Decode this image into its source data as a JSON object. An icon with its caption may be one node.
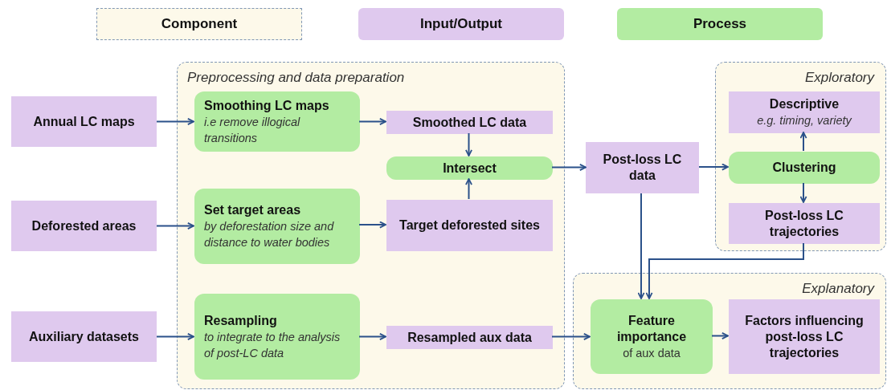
{
  "diagram": {
    "nodes": [
      {
        "text": [
          "Preprocessing and data preparation"
        ]
      },
      {
        "text": [
          "Annual LC maps"
        ]
      },
      {
        "text": [
          "Deforested areas"
        ]
      },
      {
        "text": [
          "Auxiliary datasets"
        ]
      },
      {
        "text": [
          "Smoothing LC maps",
          "i.e remove illogical transitions"
        ],
        "in": 0
      },
      {
        "text": [
          "Smoothed LC data"
        ],
        "in": 0
      },
      {
        "text": [
          "Intersect"
        ],
        "in": 0
      },
      {
        "text": [
          "Set target areas",
          "by deforestation size and distance to water bodies"
        ],
        "in": 0
      },
      {
        "text": [
          "Target deforested sites"
        ],
        "in": 0
      },
      {
        "text": [
          "Resampling",
          "to integrate to the analysis of post-LC data"
        ],
        "in": 0
      },
      {
        "text": [
          "Resampled aux data"
        ],
        "in": 0
      },
      {
        "text": [
          "Post-loss LC data"
        ]
      },
      {
        "text": [
          "Exploratory"
        ]
      },
      {
        "text": [
          "Descriptive",
          "e.g. timing, variety"
        ],
        "in": 12
      },
      {
        "text": [
          "Clustering"
        ],
        "in": 12
      },
      {
        "text": [
          "Post-loss LC trajectories"
        ],
        "in": 12
      },
      {
        "text": [
          "Explanatory"
        ]
      },
      {
        "text": [
          "Feature importance",
          "of aux data"
        ],
        "in": 16
      },
      {
        "text": [
          "Factors influencing post-loss LC trajectories"
        ],
        "in": 16
      }
    ],
    "edges": [
      {
        "from": 1,
        "to": 4,
        "arrow": "to"
      },
      {
        "from": 4,
        "to": 5,
        "arrow": "to"
      },
      {
        "from": 5,
        "to": 6,
        "arrow": "to"
      },
      {
        "from": 8,
        "to": 6,
        "arrow": "to"
      },
      {
        "from": 2,
        "to": 7,
        "arrow": "to"
      },
      {
        "from": 7,
        "to": 8,
        "arrow": "to"
      },
      {
        "from": 3,
        "to": 9,
        "arrow": "to"
      },
      {
        "from": 9,
        "to": 10,
        "arrow": "to"
      },
      {
        "from": 6,
        "to": 11,
        "arrow": "to"
      },
      {
        "from": 11,
        "to": 14,
        "arrow": "to"
      },
      {
        "from": 14,
        "to": 13,
        "arrow": "to"
      },
      {
        "from": 14,
        "to": 15,
        "arrow": "to"
      },
      {
        "from": 11,
        "to": 17,
        "arrow": "to"
      },
      {
        "from": 15,
        "to": 17,
        "arrow": "to"
      },
      {
        "from": 10,
        "to": 17,
        "arrow": "to"
      },
      {
        "from": 17,
        "to": 18,
        "arrow": "to"
      }
    ],
    "legend": [
      {
        "text": "Component"
      },
      {
        "text": "Input/Output",
        "color": "#dfc9ee"
      },
      {
        "text": "Process",
        "color": "#b3eca2"
      }
    ]
  }
}
